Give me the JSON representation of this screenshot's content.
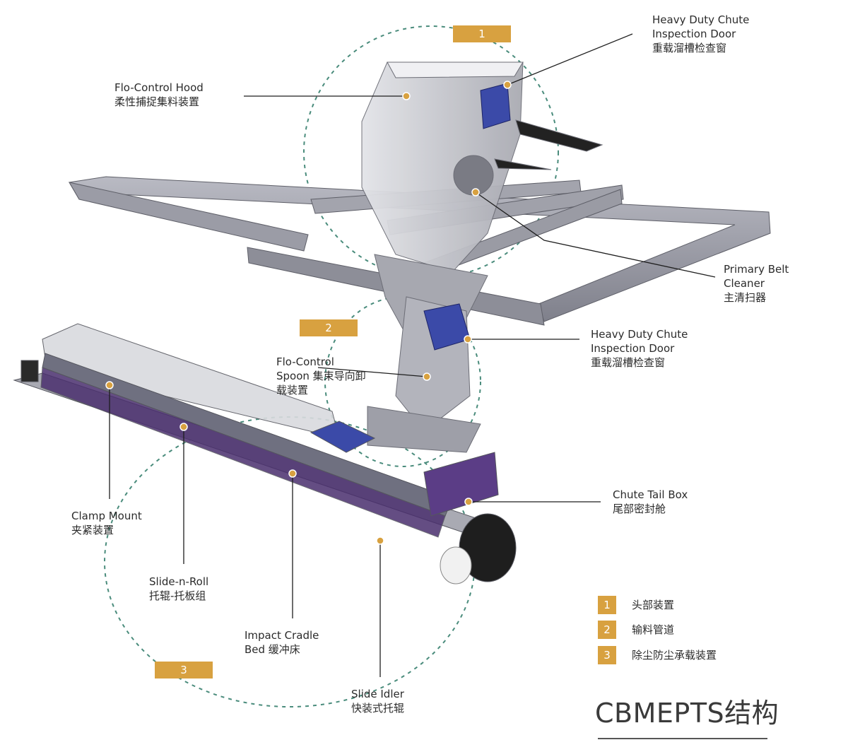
{
  "callouts": [
    {
      "id": "inspection-door-top",
      "lines": [
        "Heavy Duty Chute",
        "Inspection Door",
        "重载溜槽检查窗"
      ]
    },
    {
      "id": "flo-control-hood",
      "lines": [
        "Flo-Control Hood",
        "柔性捕捉集料装置"
      ]
    },
    {
      "id": "primary-belt-cleaner",
      "lines": [
        "Primary Belt",
        "Cleaner",
        "主清扫器"
      ]
    },
    {
      "id": "inspection-door-mid",
      "lines": [
        "Heavy Duty Chute",
        "Inspection Door",
        "重载溜槽检查窗"
      ]
    },
    {
      "id": "flo-control-spoon",
      "lines": [
        "Flo-Control",
        "Spoon 集束导向卸",
        "载装置"
      ]
    },
    {
      "id": "chute-tail-box",
      "lines": [
        "Chute Tail Box",
        "尾部密封舱"
      ]
    },
    {
      "id": "clamp-mount",
      "lines": [
        "Clamp Mount",
        "夹紧装置"
      ]
    },
    {
      "id": "slide-n-roll",
      "lines": [
        "Slide-n-Roll",
        "托辊-托板组"
      ]
    },
    {
      "id": "impact-cradle-bed",
      "lines": [
        "Impact Cradle",
        "Bed 缓冲床"
      ]
    },
    {
      "id": "slide-idler",
      "lines": [
        "Slide Idler",
        "快装式托辊"
      ]
    }
  ],
  "badges": [
    "1",
    "2",
    "3"
  ],
  "legend": [
    {
      "num": "1",
      "text": "头部装置"
    },
    {
      "num": "2",
      "text": "输料管道"
    },
    {
      "num": "3",
      "text": "除尘防尘承载装置"
    }
  ],
  "title": "CBMEPTS结构",
  "colors": {
    "accent": "#d8a140",
    "leader": "#1e1e1e",
    "circle": "#4a8c7c",
    "steel": "#8e8f9a",
    "door": "#3b4aa8"
  }
}
